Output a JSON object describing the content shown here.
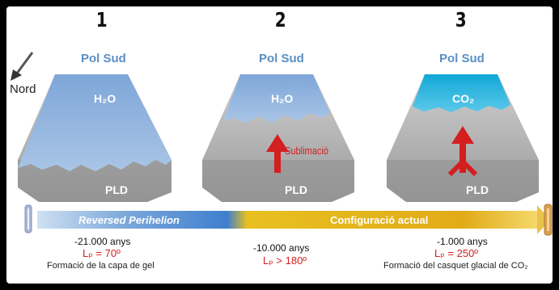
{
  "stages": [
    {
      "number": "1",
      "pole_label": "Pol Sud",
      "ice_label": "H₂O",
      "base_label": "PLD"
    },
    {
      "number": "2",
      "pole_label": "Pol Sud",
      "ice_label": "H₂O",
      "base_label": "PLD",
      "process_label": "Sublimació"
    },
    {
      "number": "3",
      "pole_label": "Pol Sud",
      "ice_label": "CO₂",
      "base_label": "PLD"
    }
  ],
  "north_label": "Nord",
  "timeline": {
    "left_label": "Reversed Perihelion",
    "right_label": "Configuració actual",
    "colors": {
      "blue": "#3f7fcf",
      "gold": "#e1ab18"
    }
  },
  "events": [
    {
      "years": "-21.000 anys",
      "lp": "Lₚ = 70º",
      "desc": "Formació de la capa de gel"
    },
    {
      "years": "-10.000 anys",
      "lp": "Lₚ > 180º",
      "desc": ""
    },
    {
      "years": "-1.000 anys",
      "lp": "Lₚ = 250º",
      "desc": "Formació del casquet glacial de CO₂"
    }
  ],
  "colors": {
    "ice_h2o": "#8fb3de",
    "ice_co2": "#1fb3dc",
    "rock": "#bdbdbd",
    "arrow": "#d41f1f",
    "label_blue": "#5a8fc6"
  }
}
